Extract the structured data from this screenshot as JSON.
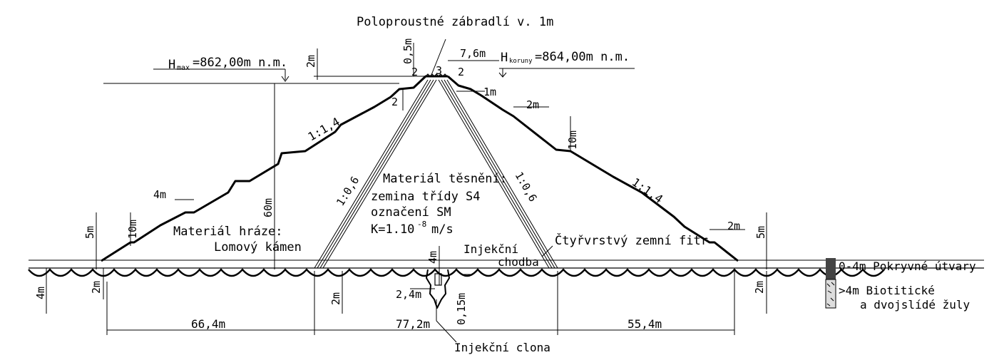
{
  "labels": {
    "railing": "Poloproustné zábradlí v. 1m",
    "hmax": "=862,00m n.m.",
    "hmax_letter": "H",
    "hmax_sub": "max",
    "hcrown": "=864,00m n.m.",
    "hcrown_letter": "H",
    "hcrown_sub": "koruny",
    "dim_crest_top": "0,5m",
    "dim_crest_width": "7,6m",
    "dim_left_2m_top": "2m",
    "crest_2_left": "2",
    "crest_3": "3",
    "crest_2_right": "2",
    "crest_2_lower": "2",
    "dim_1m": "1m",
    "dim_2m_right_berm": "2m",
    "dim_10m_right": "10m",
    "slope_left": "1:1,4",
    "slope_right": "1:1,4",
    "slope_core_left": "1:0,6",
    "slope_core_right": "1:0,6",
    "dim_60m": "60m",
    "dim_4m_berm": "4m",
    "dim_10m_left": "10m",
    "dim_5m_left": "5m",
    "dim_2m_right_low": "2m",
    "dim_5m_right": "5m",
    "dam_material_1": "Materiál hráze:",
    "dam_material_2": "Lomový kámen",
    "seal_1": "Materiál těsnění:",
    "seal_2": "zemina třídy S4",
    "seal_3": "označení SM",
    "seal_4": "K=1.10",
    "seal_4_exp": "-8",
    "seal_4_unit": "m/s",
    "gallery_1": "Injekční",
    "gallery_2": "chodba",
    "dim_4m_gallery": "4m",
    "filter": "Čtyřvrstvý zemní fitr",
    "dim_4m_ground": "4m",
    "dim_2m_left": "2m",
    "dim_2m_mid": "2m",
    "dim_2m_right": "2m",
    "dim_2_4m": "2,4m",
    "dim_0_15m": "0,15m",
    "dim_66_4m": "66,4m",
    "dim_77_2m": "77,2m",
    "dim_55_4m": "55,4m",
    "grout_curtain": "Injekční clona",
    "legend_cover": "0-4m  Pokryvné útvary",
    "legend_granite_1": ">4m  Biotitické",
    "legend_granite_2": "a dvojslídé žuly"
  }
}
